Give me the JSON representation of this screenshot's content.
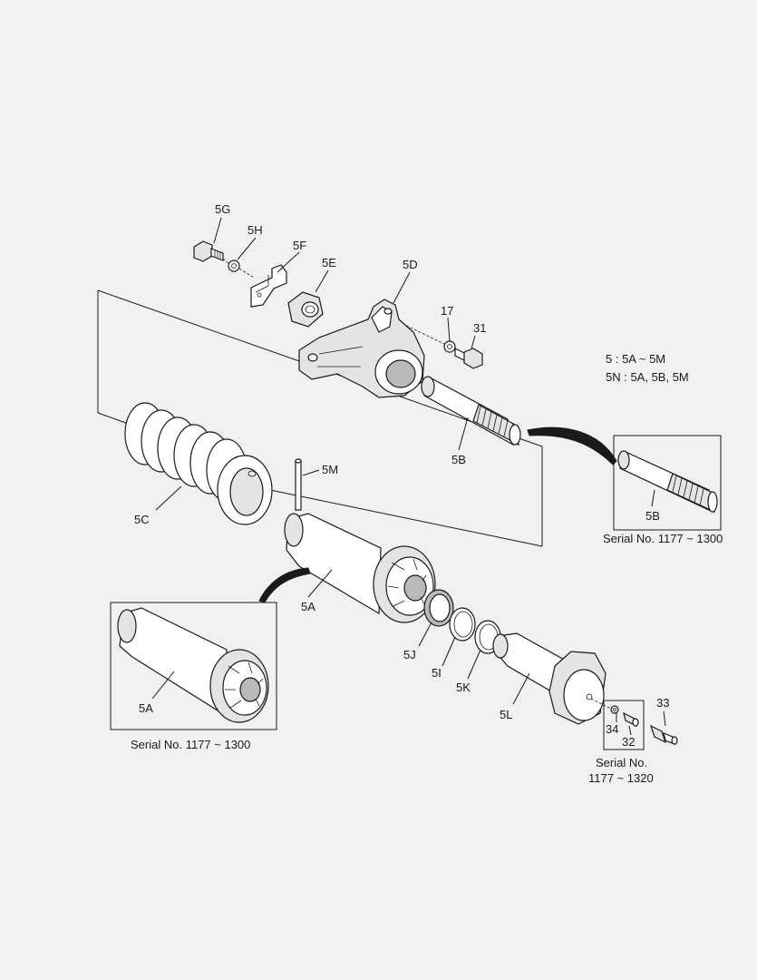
{
  "labels": {
    "p5G": "5G",
    "p5H": "5H",
    "p5F": "5F",
    "p5E": "5E",
    "p5D": "5D",
    "p17": "17",
    "p31": "31",
    "p5B": "5B",
    "p5B_inset": "5B",
    "p5M": "5M",
    "p5C": "5C",
    "p5A": "5A",
    "p5A_inset": "5A",
    "p5J": "5J",
    "p5I": "5I",
    "p5K": "5K",
    "p5L": "5L",
    "p33": "33",
    "p34": "34",
    "p32": "32"
  },
  "notes": {
    "line1": "5 : 5A ~ 5M",
    "line2": "5N : 5A, 5B, 5M"
  },
  "serials": {
    "inset_5B": "Serial No. 1177 ~ 1300",
    "inset_5A": "Serial No. 1177 ~ 1300",
    "grease_line1": "Serial No.",
    "grease_line2": "1177 ~ 1320"
  }
}
